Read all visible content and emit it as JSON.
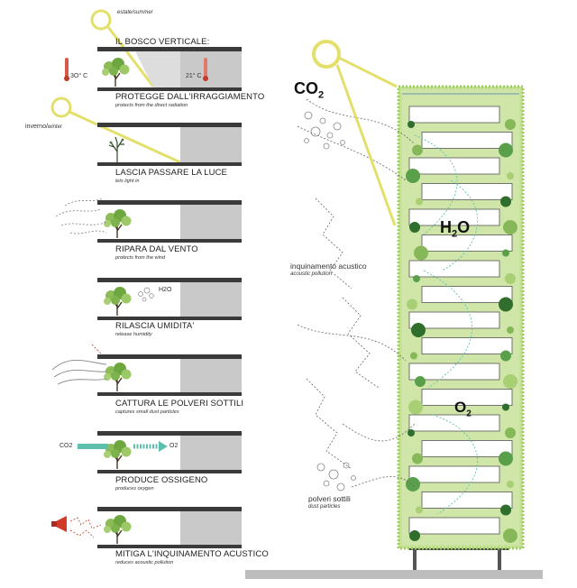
{
  "left_panels": {
    "season_summer": "estate/summer",
    "season_winter_it": "inverno/",
    "season_winter_en": "winter",
    "heading": "IL BOSCO VERTICALE:",
    "temp_outside": "3O° C",
    "temp_inside": "21° C",
    "items": [
      {
        "title": "PROTEGGE DALL'IRRAGGIAMENTO",
        "subtitle": "protects from the direct radiation"
      },
      {
        "title": "LASCIA PASSARE LA LUCE",
        "subtitle": "lets light in"
      },
      {
        "title": "RIPARA  DAL VENTO",
        "subtitle": "protects from the wind"
      },
      {
        "title": "RILASCIA UMIDITA'",
        "subtitle": "release humidity"
      },
      {
        "title": "CATTURA LE POLVERI SOTTILI",
        "subtitle": "captures small dust particles"
      },
      {
        "title": "PRODUCE OSSIGENO",
        "subtitle": "produces oxygen"
      },
      {
        "title": "MITIGA L'INQUINAMENTO ACUSTICO",
        "subtitle": "reduces acoustic pollution"
      }
    ],
    "h2o_small": "H2O",
    "co2_small": "CO2",
    "o2_small": "O2"
  },
  "building": {
    "co2_label": "CO",
    "co2_sub": "2",
    "h2o_label_a": "H",
    "h2o_sub": "2",
    "h2o_label_b": "O",
    "o2_label": "O",
    "o2_sub": "2",
    "noise_label": "inquinamento acustico",
    "noise_sub": "acoustic pollution",
    "dust_label": "polveri sottili",
    "dust_sub": "dust particles"
  },
  "colors": {
    "sun": "#e2e06a",
    "green_light": "#bcd98a",
    "green_mid": "#86b85a",
    "green_dark": "#2f6e2c",
    "wall_grey": "#c9c9c9",
    "arrow_teal": "#5fbfae",
    "frame_dark": "#3a3a3a"
  }
}
